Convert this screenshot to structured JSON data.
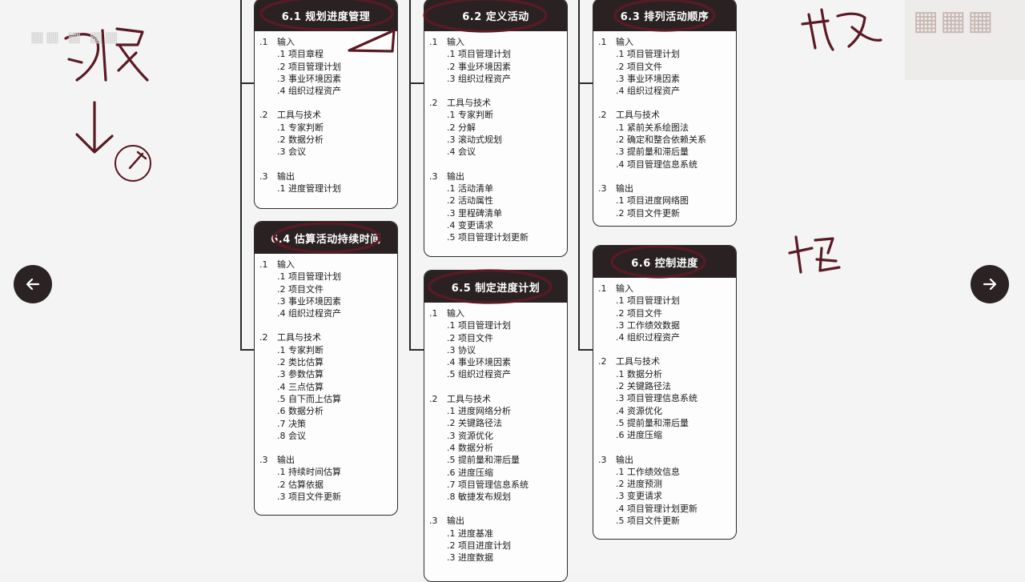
{
  "colors": {
    "header": "#2a2222",
    "annotation": "#5a1a24",
    "nav": "#2b2323"
  },
  "boxes": [
    {
      "id": "6.1",
      "title": "6.1 规划进度管理",
      "sections": [
        {
          "num": ".1",
          "label": "输入",
          "items": [
            {
              "num": ".1",
              "text": "项目章程"
            },
            {
              "num": ".2",
              "text": "项目管理计划"
            },
            {
              "num": ".3",
              "text": "事业环境因素"
            },
            {
              "num": ".4",
              "text": "组织过程资产"
            }
          ]
        },
        {
          "num": ".2",
          "label": "工具与技术",
          "items": [
            {
              "num": ".1",
              "text": "专家判断"
            },
            {
              "num": ".2",
              "text": "数据分析"
            },
            {
              "num": ".3",
              "text": "会议"
            }
          ]
        },
        {
          "num": ".3",
          "label": "输出",
          "items": [
            {
              "num": ".1",
              "text": "进度管理计划"
            }
          ]
        }
      ]
    },
    {
      "id": "6.2",
      "title": "6.2 定义活动",
      "sections": [
        {
          "num": ".1",
          "label": "输入",
          "items": [
            {
              "num": ".1",
              "text": "项目管理计划"
            },
            {
              "num": ".2",
              "text": "事业环境因素"
            },
            {
              "num": ".3",
              "text": "组织过程资产"
            }
          ]
        },
        {
          "num": ".2",
          "label": "工具与技术",
          "items": [
            {
              "num": ".1",
              "text": "专家判断"
            },
            {
              "num": ".2",
              "text": "分解"
            },
            {
              "num": ".3",
              "text": "滚动式规划"
            },
            {
              "num": ".4",
              "text": "会议"
            }
          ]
        },
        {
          "num": ".3",
          "label": "输出",
          "items": [
            {
              "num": ".1",
              "text": "活动清单"
            },
            {
              "num": ".2",
              "text": "活动属性"
            },
            {
              "num": ".3",
              "text": "里程碑清单"
            },
            {
              "num": ".4",
              "text": "变更请求"
            },
            {
              "num": ".5",
              "text": "项目管理计划更新"
            }
          ]
        }
      ]
    },
    {
      "id": "6.3",
      "title": "6.3 排列活动顺序",
      "sections": [
        {
          "num": ".1",
          "label": "输入",
          "items": [
            {
              "num": ".1",
              "text": "项目管理计划"
            },
            {
              "num": ".2",
              "text": "项目文件"
            },
            {
              "num": ".3",
              "text": "事业环境因素"
            },
            {
              "num": ".4",
              "text": "组织过程资产"
            }
          ]
        },
        {
          "num": ".2",
          "label": "工具与技术",
          "items": [
            {
              "num": ".1",
              "text": "紧前关系绘图法"
            },
            {
              "num": ".2",
              "text": "确定和整合依赖关系"
            },
            {
              "num": ".3",
              "text": "提前量和滞后量"
            },
            {
              "num": ".4",
              "text": "项目管理信息系统"
            }
          ]
        },
        {
          "num": ".3",
          "label": "输出",
          "items": [
            {
              "num": ".1",
              "text": "项目进度网络图"
            },
            {
              "num": ".2",
              "text": "项目文件更新"
            }
          ]
        }
      ]
    },
    {
      "id": "6.4",
      "title": "6.4 估算活动持续时间",
      "sections": [
        {
          "num": ".1",
          "label": "输入",
          "items": [
            {
              "num": ".1",
              "text": "项目管理计划"
            },
            {
              "num": ".2",
              "text": "项目文件"
            },
            {
              "num": ".3",
              "text": "事业环境因素"
            },
            {
              "num": ".4",
              "text": "组织过程资产"
            }
          ]
        },
        {
          "num": ".2",
          "label": "工具与技术",
          "items": [
            {
              "num": ".1",
              "text": "专家判断"
            },
            {
              "num": ".2",
              "text": "类比估算"
            },
            {
              "num": ".3",
              "text": "参数估算"
            },
            {
              "num": ".4",
              "text": "三点估算"
            },
            {
              "num": ".5",
              "text": "自下而上估算"
            },
            {
              "num": ".6",
              "text": "数据分析"
            },
            {
              "num": ".7",
              "text": "决策"
            },
            {
              "num": ".8",
              "text": "会议"
            }
          ]
        },
        {
          "num": ".3",
          "label": "输出",
          "items": [
            {
              "num": ".1",
              "text": "持续时间估算"
            },
            {
              "num": ".2",
              "text": "估算依据"
            },
            {
              "num": ".3",
              "text": "项目文件更新"
            }
          ]
        }
      ]
    },
    {
      "id": "6.5",
      "title": "6.5 制定进度计划",
      "sections": [
        {
          "num": ".1",
          "label": "输入",
          "items": [
            {
              "num": ".1",
              "text": "项目管理计划"
            },
            {
              "num": ".2",
              "text": "项目文件"
            },
            {
              "num": ".3",
              "text": "协议"
            },
            {
              "num": ".4",
              "text": "事业环境因素"
            },
            {
              "num": ".5",
              "text": "组织过程资产"
            }
          ]
        },
        {
          "num": ".2",
          "label": "工具与技术",
          "items": [
            {
              "num": ".1",
              "text": "进度网络分析"
            },
            {
              "num": ".2",
              "text": "关键路径法"
            },
            {
              "num": ".3",
              "text": "资源优化"
            },
            {
              "num": ".4",
              "text": "数据分析"
            },
            {
              "num": ".5",
              "text": "提前量和滞后量"
            },
            {
              "num": ".6",
              "text": "进度压缩"
            },
            {
              "num": ".7",
              "text": "项目管理信息系统"
            },
            {
              "num": ".8",
              "text": "敏捷发布规划"
            }
          ]
        },
        {
          "num": ".3",
          "label": "输出",
          "items": [
            {
              "num": ".1",
              "text": "进度基准"
            },
            {
              "num": ".2",
              "text": "项目进度计划"
            },
            {
              "num": ".3",
              "text": "进度数据"
            }
          ]
        }
      ]
    },
    {
      "id": "6.6",
      "title": "6.6 控制进度",
      "sections": [
        {
          "num": ".1",
          "label": "输入",
          "items": [
            {
              "num": ".1",
              "text": "项目管理计划"
            },
            {
              "num": ".2",
              "text": "项目文件"
            },
            {
              "num": ".3",
              "text": "工作绩效数据"
            },
            {
              "num": ".4",
              "text": "组织过程资产"
            }
          ]
        },
        {
          "num": ".2",
          "label": "工具与技术",
          "items": [
            {
              "num": ".1",
              "text": "数据分析"
            },
            {
              "num": ".2",
              "text": "关键路径法"
            },
            {
              "num": ".3",
              "text": "项目管理信息系统"
            },
            {
              "num": ".4",
              "text": "资源优化"
            },
            {
              "num": ".5",
              "text": "提前量和滞后量"
            },
            {
              "num": ".6",
              "text": "进度压缩"
            }
          ]
        },
        {
          "num": ".3",
          "label": "输出",
          "items": [
            {
              "num": ".1",
              "text": "工作绩效信息"
            },
            {
              "num": ".2",
              "text": "进度预测"
            },
            {
              "num": ".3",
              "text": "变更请求"
            },
            {
              "num": ".4",
              "text": "项目管理计划更新"
            },
            {
              "num": ".5",
              "text": "项目文件更新"
            }
          ]
        }
      ]
    }
  ],
  "nav": {
    "prev_icon": "arrow-left-icon",
    "next_icon": "arrow-right-icon"
  }
}
